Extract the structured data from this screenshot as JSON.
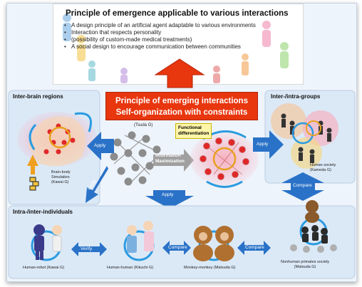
{
  "banner": {
    "title": "Principle of emergence applicable to various interactions",
    "bullets": [
      "A design principle of an artificial agent adaptable to various environments",
      "Interaction that respects personality",
      "(possibility of custom-made medical treatments)",
      "A social design to encourage communication between communities"
    ]
  },
  "principle": {
    "line1": "Principle of emerging interactions",
    "line2": "Self-organization with constraints"
  },
  "sections": {
    "inter_brain": "Inter-brain regions",
    "inter_intra_groups": "Inter-/intra-groups",
    "intra_inter_individuals": "Intra-/inter-individuals"
  },
  "center": {
    "tsuda": "(Tsuda G)",
    "functional_line1": "Functional",
    "functional_line2": "differentiation",
    "info_line1": "Information",
    "info_line2": "Maximization"
  },
  "arrows": {
    "apply_left": "Apply",
    "apply_right": "Apply",
    "apply_down": "Apply",
    "verify_diag": "Verify",
    "verify_bottom": "Verify",
    "compare_1": "Compare",
    "compare_2": "Compare",
    "compare_vertical": "Compare"
  },
  "captions": {
    "brain_body_1": "Brain-body",
    "brain_body_2": "Simulation",
    "brain_body_3": "(Kawai G)",
    "human_society_1": "Human society",
    "human_society_2": "(Kameda G)",
    "human_robot": "Human-robot (Kawai G)",
    "human_human": "Human-human (Kikuchi G)",
    "monkey_monkey": "Monkey-monkey (Matsuda G)",
    "nonhuman_1": "Nonhuman primates society",
    "nonhuman_2": "(Matsuda G)"
  },
  "colors": {
    "accent_red": "#e8360e",
    "arrow_blue": "#2a72c8",
    "ring_blue": "#2b9be0",
    "node_red": "#e02828",
    "node_gray": "#8c8c8c"
  }
}
